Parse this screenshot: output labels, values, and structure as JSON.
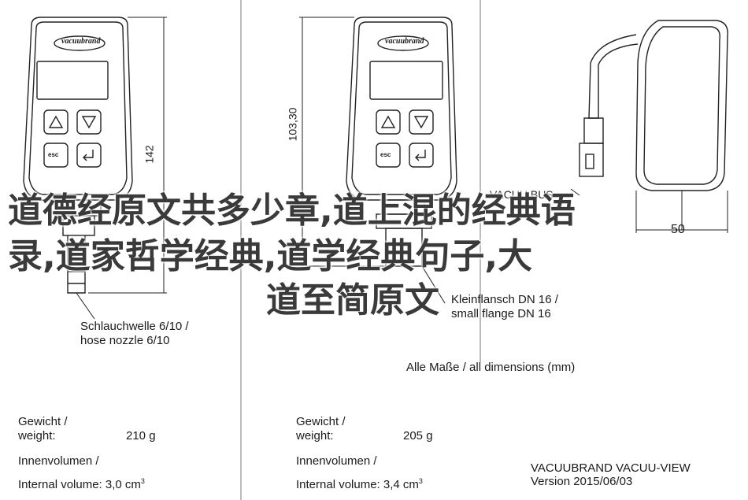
{
  "device_logo": "vacuubrand",
  "buttons": {
    "up": "△",
    "down": "▽",
    "esc": "esc",
    "enter": "↵"
  },
  "dimensions": {
    "height_front": "142",
    "height_middle": "103,30",
    "width_side": "50"
  },
  "labels": {
    "vacuu_bus": "VACUU BUS",
    "hose_nozzle_de": "Schlauchwelle 6/10 /",
    "hose_nozzle_en": "hose nozzle 6/10",
    "flange_de": "Kleinflansch DN 16 /",
    "flange_en": "small flange DN 16",
    "all_dimensions": "Alle Maße / all dimensions (mm)"
  },
  "specs_left": {
    "weight_de": "Gewicht /",
    "weight_en": "weight:",
    "weight_value": "210 g",
    "volume_de": "Innenvolumen /",
    "volume_en": "Internal volume: 3,0 cm",
    "volume_sup": "3"
  },
  "specs_right": {
    "weight_de": "Gewicht /",
    "weight_en": "weight:",
    "weight_value": "205 g",
    "volume_de": "Innenvolumen /",
    "volume_en": "Internal volume: 3,4 cm",
    "volume_sup": "3"
  },
  "title_block": {
    "product": "VACUUBRAND VACUU-VIEW",
    "version": "Version 2015/06/03"
  },
  "overlay_title": {
    "line1": "道德经原文共多少章,道上混的经典语",
    "line2": "录,道家哲学经典,道学经典句子,大",
    "line3": "道至简原文"
  }
}
